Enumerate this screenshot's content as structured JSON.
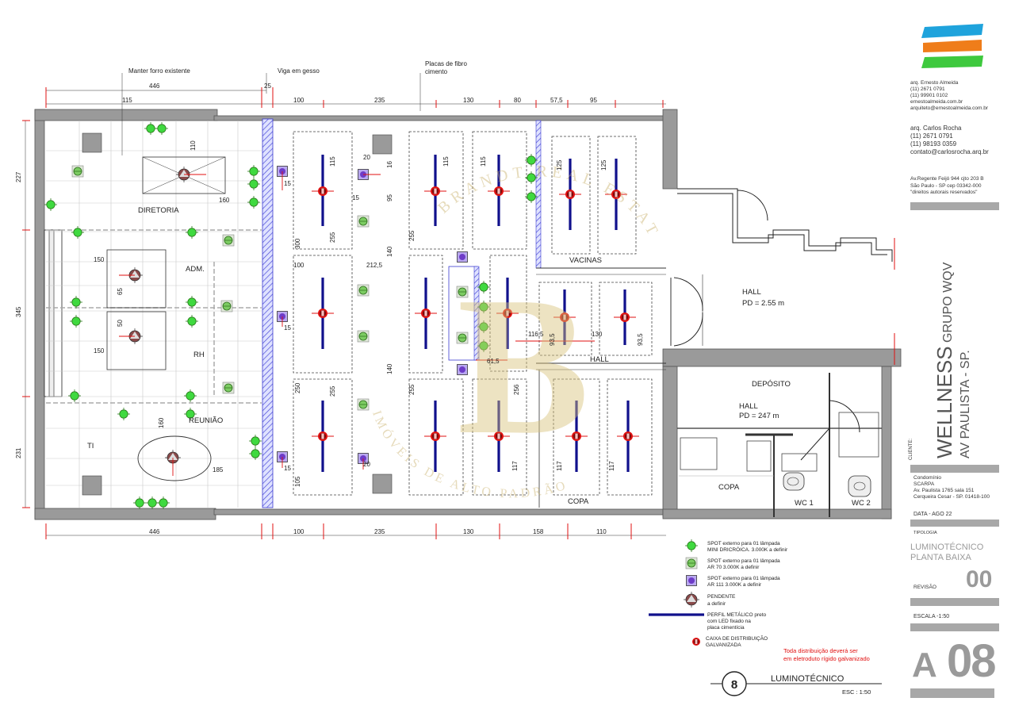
{
  "annotations": {
    "keep_ceiling": "Manter forro existente",
    "beam": "Viga em gesso",
    "fiber_plates_1": "Placas de fibro",
    "fiber_plates_2": "cimento"
  },
  "rooms": {
    "diretoria": "DIRETORIA",
    "adm": "ADM.",
    "rh": "RH",
    "reuniao": "REUNIÃO",
    "ti": "TI",
    "vacinas": "VACINAS",
    "hall_main": "HALL",
    "hall_main_pd": "PD = 2.55 m",
    "hall_corridor": "HALL",
    "deposito": "DEPÓSITO",
    "hall_small": "HALL",
    "hall_small_pd": "PD = 247 m",
    "copa_1": "COPA",
    "copa_2": "COPA",
    "wc1": "WC 1",
    "wc2": "WC 2"
  },
  "dimensions": {
    "top_row": [
      "446",
      "25",
      "100",
      "235",
      "130",
      "80",
      "57,5",
      "95"
    ],
    "top_row_2": [
      "115"
    ],
    "bottom_row": [
      "446",
      "100",
      "235",
      "130",
      "158",
      "110"
    ],
    "left_col": [
      "227",
      "345",
      "231"
    ],
    "interior": [
      "110",
      "160",
      "150",
      "65",
      "50",
      "150",
      "160",
      "185",
      "15",
      "15",
      "15",
      "15",
      "20",
      "20",
      "16",
      "95",
      "212,5",
      "140",
      "100",
      "140",
      "115",
      "115",
      "115",
      "125",
      "125",
      "255",
      "255",
      "255",
      "255",
      "256",
      "300",
      "250",
      "105",
      "117",
      "117",
      "117",
      "116,5",
      "130",
      "93,5",
      "93,5",
      "61,5"
    ]
  },
  "legend": [
    {
      "icon": "spot-minidicroica-icon",
      "line1": "SPOT externo para 01 lâmpada",
      "line2": "MINI DRICRÓICA. 3.000K a definir"
    },
    {
      "icon": "spot-ar70-icon",
      "line1": "SPOT externo para 01 lâmpada",
      "line2": "AR 70 3.000K a definir"
    },
    {
      "icon": "spot-ar111-icon",
      "line1": "SPOT externo para 01 lâmpada",
      "line2": "AR 111 3.000K a definir"
    },
    {
      "icon": "pendant-icon",
      "line1": "PENDENTE",
      "line2": "a definir"
    },
    {
      "icon": "led-profile-icon",
      "line1": "PERFIL METÁLICO preto",
      "line2": "com LED fixado na",
      "line3": "placa cimentícia"
    },
    {
      "icon": "junction-box-icon",
      "line1": "CAIXA DE DISTRIBUIÇÃO",
      "line2": "GALVANIZADA"
    }
  ],
  "warning": {
    "line1": "Toda distribuição deverá ser",
    "line2": "em eletroduto rígido galvanizado"
  },
  "drawing_tag": {
    "number": "8",
    "title": "LUMINOTÉCNICO",
    "scale": "ESC : 1:50"
  },
  "watermark": {
    "monogram": "B",
    "arc_top": "BRANDT REAL ESTATE",
    "arc_bottom": "IMÓVEIS DE ALTO PADRÃO"
  },
  "logo_colors": [
    "#1fa3dc",
    "#ef7d1a",
    "#3ec93e"
  ],
  "architects": {
    "a1_name": "arq. Ernesto Almeida",
    "a1_phone1": "(11)   2671 0791",
    "a1_phone2": "(11) 99901 0102",
    "a1_site": "ernestoalmeida.com.br",
    "a1_email": "arquiteto@ernestoalmeida.com.br",
    "a2_name": "arq. Carlos Rocha",
    "a2_phone1": "(11)   2671 0791",
    "a2_phone2": "(11) 98193 0359",
    "a2_email": "contato@carlosrocha.arq.br",
    "addr1": "Av.Regente Feijó 944 cjto 203 B",
    "addr2": "São Paulo - SP   cep 03342-000",
    "rights": "\"direitos autorais reservados\""
  },
  "title_block": {
    "client_label": "CLIENTE:",
    "project_line1_bold": "WELLNESS",
    "project_line1_rest": " GRUPO WQV",
    "project_line2": "AV PAULISTA - SP.",
    "condo_label": "Condomínio",
    "condo_name": "SCARPA",
    "condo_addr": "Av. Paulista 1765 sala 151",
    "condo_city": "Cerqueira Cesar - SP. 01418-100",
    "date": "DATA    -  AGO 22",
    "tipologia_label": "TIPOLOGIA",
    "tipologia_1": "LUMINOTÉCNICO",
    "tipologia_2": "PLANTA BAIXA",
    "revision_label": "REVISÃO",
    "revision_value": "00",
    "scale_label": "ESCALA -1:50",
    "sheet_letter": "A",
    "sheet_number": "08"
  }
}
